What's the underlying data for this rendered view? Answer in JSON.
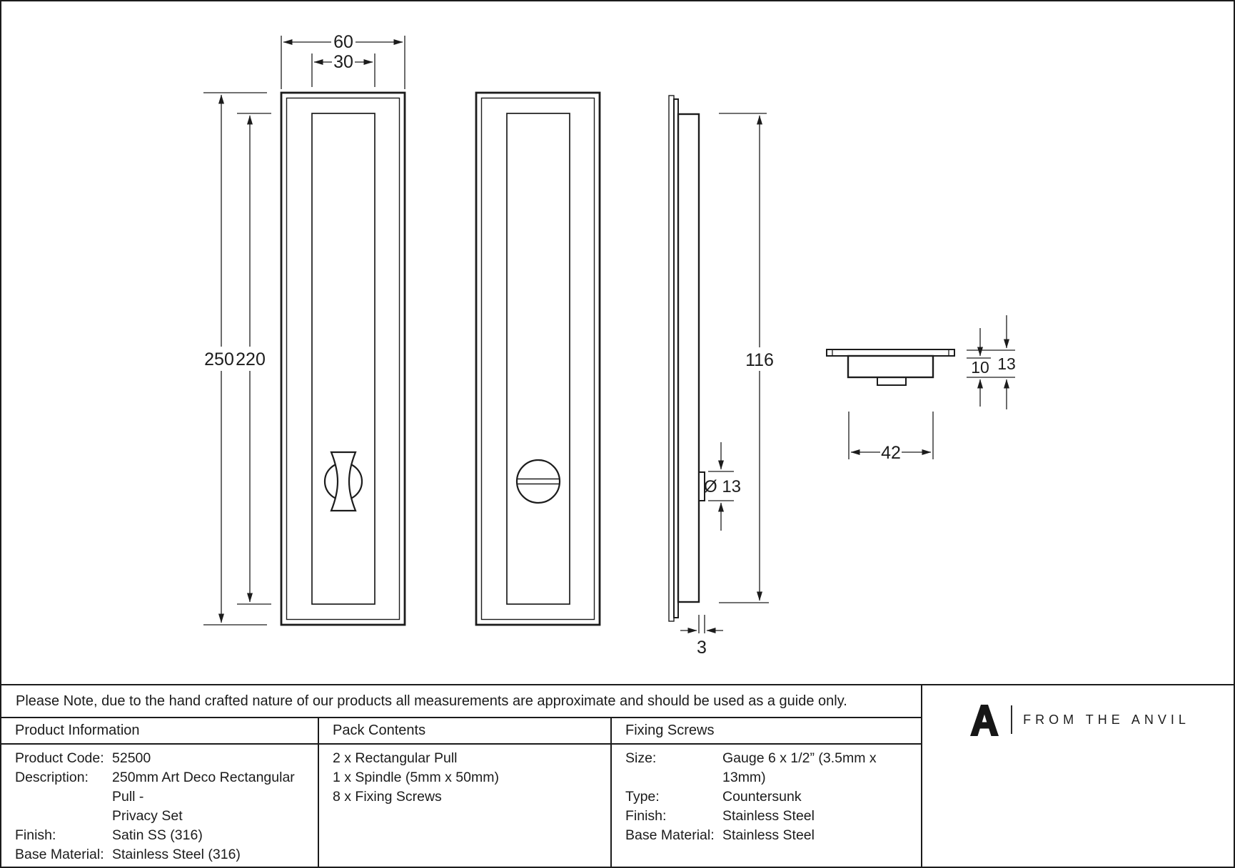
{
  "note": "Please Note, due to the hand crafted nature of our products all measurements are approximate and should be used as a guide only.",
  "dims": {
    "front_width": "60",
    "front_panel_width": "30",
    "front_height": "250",
    "front_panel_height": "220",
    "side_body_height": "116",
    "spindle_diameter": "Ø 13",
    "plate_thickness": "3",
    "plan_body_width": "42",
    "plan_recess_depth": "10",
    "plan_total_depth": "13"
  },
  "table": {
    "product_information": {
      "header": "Product Information",
      "rows": [
        {
          "label": "Product Code:",
          "value": "52500"
        },
        {
          "label": "Description:",
          "value": "250mm Art Deco Rectangular Pull -",
          "value2": "Privacy Set"
        },
        {
          "label": "Finish:",
          "value": "Satin SS (316)"
        },
        {
          "label": "Base Material:",
          "value": "Stainless Steel (316)"
        }
      ]
    },
    "pack_contents": {
      "header": "Pack Contents",
      "items": [
        "2 x Rectangular Pull",
        "1 x Spindle (5mm x 50mm)",
        "8 x Fixing Screws"
      ]
    },
    "fixing_screws": {
      "header": "Fixing Screws",
      "rows": [
        {
          "label": "Size:",
          "value": "Gauge 6 x 1/2” (3.5mm x 13mm)"
        },
        {
          "label": "Type:",
          "value": "Countersunk"
        },
        {
          "label": "Finish:",
          "value": "Stainless Steel"
        },
        {
          "label": "Base Material:",
          "value": "Stainless Steel"
        }
      ]
    }
  },
  "brand": {
    "name": "FROM THE ANVIL"
  }
}
